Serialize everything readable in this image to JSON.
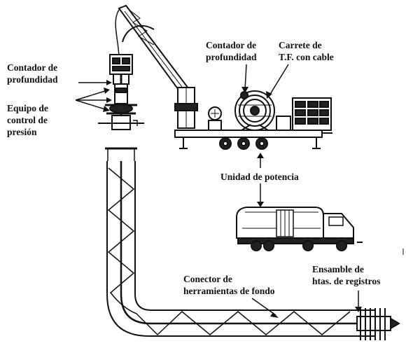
{
  "labels": {
    "depth_counter_left": [
      "Contador de",
      "profundidad"
    ],
    "pressure_control": [
      "Equipo de",
      "control de",
      "presión"
    ],
    "depth_counter_top": [
      "Contador de",
      "profundidad"
    ],
    "coil_reel": [
      "Carrete de",
      "T.F. con cable"
    ],
    "power_unit": "Unidad de potencia",
    "tool_connector": [
      "Conector de",
      "herramientas de fondo"
    ],
    "logging_assembly": [
      "Ensamble de",
      "htas. de registros"
    ]
  }
}
